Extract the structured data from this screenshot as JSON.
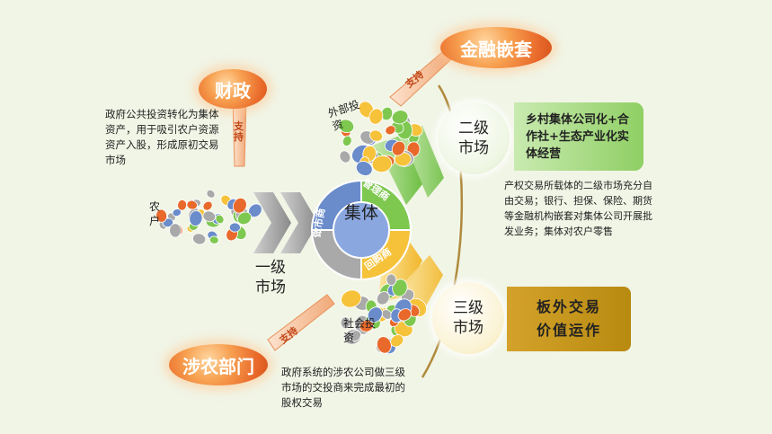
{
  "badges": {
    "caizheng": "财政",
    "jinrong": "金融嵌套",
    "shenong": "涉农部门"
  },
  "arrow_text": "支持",
  "left": {
    "description": "政府公共投资转化为集体资产，用于吸引农户资源资产入股，形成原初交易市场",
    "farmer_label": "农户"
  },
  "market1": "一级市场",
  "core": {
    "center": "集体",
    "ring_segments": [
      "管理商",
      "回购商",
      "做市商"
    ]
  },
  "top_label": "外部投资",
  "bottom_label": "社会投资",
  "market2": {
    "circle": "二级市场",
    "box": "乡村集体公司化+合作社+生态产业化实体经营",
    "description": "产权交易所载体的二级市场充分自由交易；银行、担保、保险、期货等金融机构嵌套对集体公司开展批发业务；集体对农户零售"
  },
  "market3": {
    "circle": "三级市场",
    "box_line1": "板外交易",
    "box_line2": "价值运作"
  },
  "bottom_description": "政府系统的涉农公司做三级市场的交投商来完成最初的股权交易",
  "colors": {
    "green": "#7ec850",
    "yellow": "#f6c23a",
    "gray": "#a9a9a9",
    "blue": "#6a8ccb",
    "orange": "#e9692a"
  }
}
